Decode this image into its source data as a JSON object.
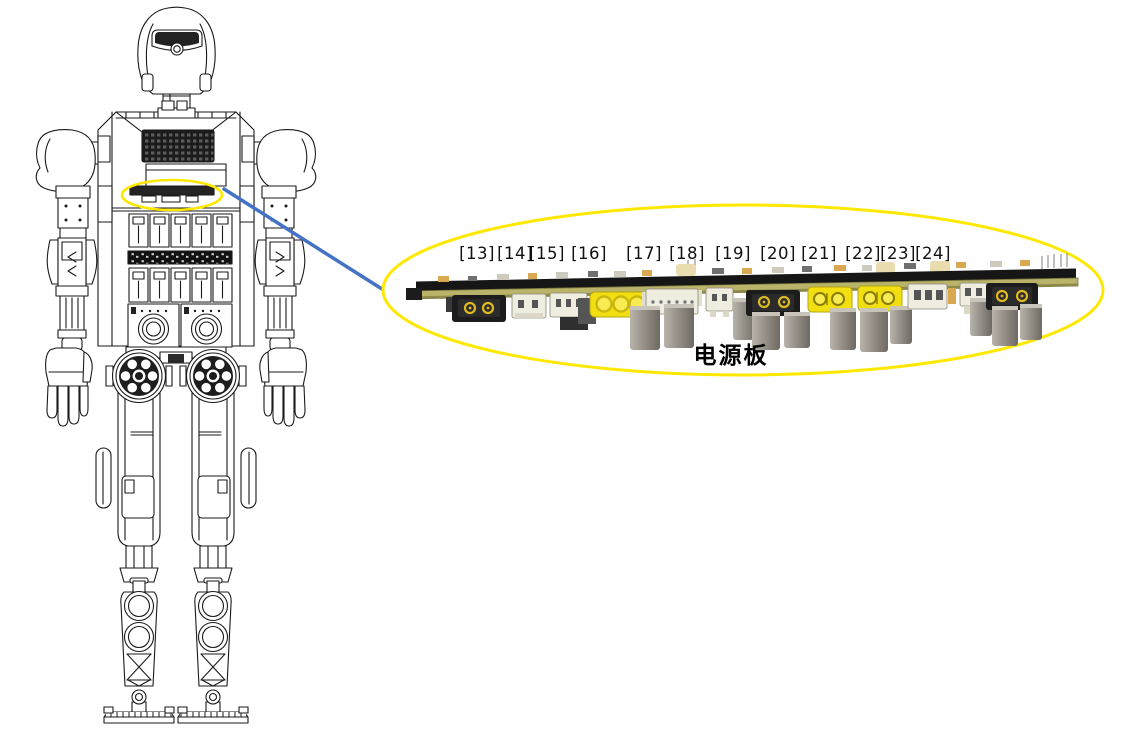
{
  "callout": {
    "labels": [
      "[13]",
      "[14]",
      "[15]",
      "[16]",
      "[17]",
      "[18]",
      "[19]",
      "[20]",
      "[21]",
      "[22]",
      "[23]",
      "[24]"
    ],
    "board_name": "电源板",
    "colors": {
      "highlight": "#FFE800",
      "connector_line": "#4472C4",
      "pcb": "#B9B469",
      "yellow_connector": "#F2DF12",
      "white_connector": "#EFECE0",
      "black_connector": "#1C1C1C",
      "capacitor": "#98938A",
      "line_art": "#1A1A1A"
    }
  }
}
